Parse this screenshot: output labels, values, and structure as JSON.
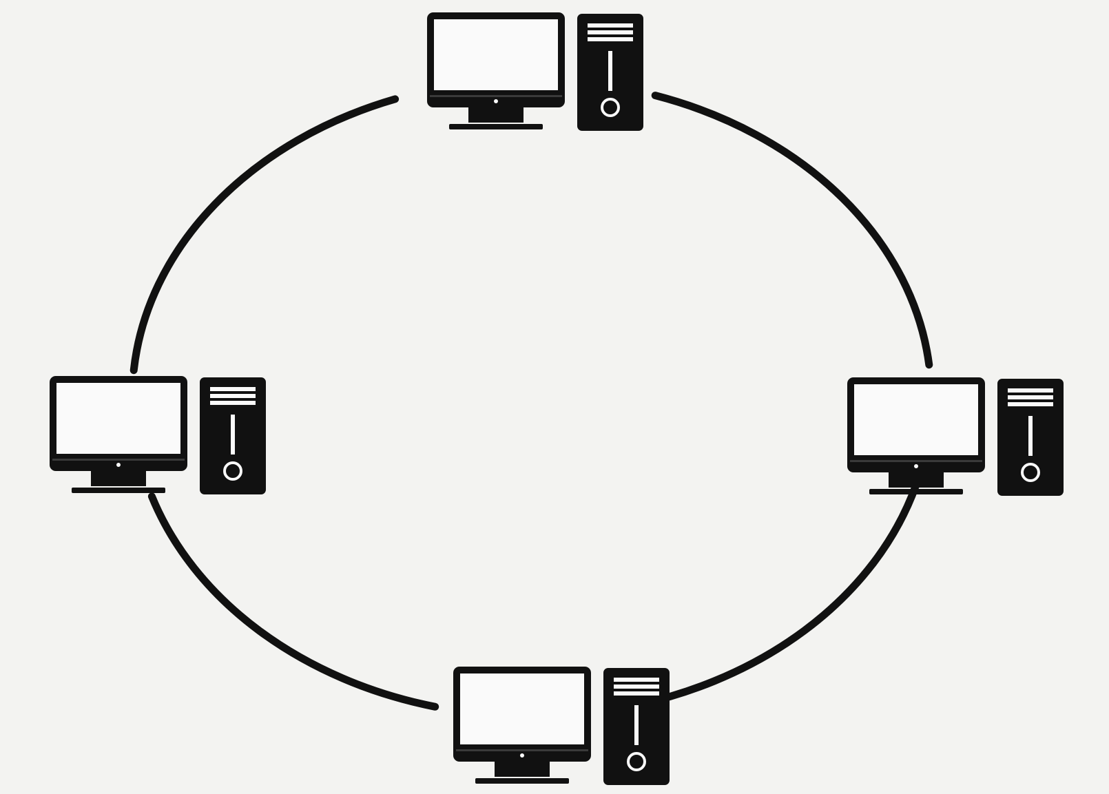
{
  "diagram": {
    "topology": "ring",
    "colors": {
      "background": "#f3f3f1",
      "ink": "#111111",
      "screen": "#fafafa"
    },
    "nodes": [
      {
        "id": "workstation-top",
        "icon": "desktop-computer-icon"
      },
      {
        "id": "workstation-right",
        "icon": "desktop-computer-icon"
      },
      {
        "id": "workstation-bottom",
        "icon": "desktop-computer-icon"
      },
      {
        "id": "workstation-left",
        "icon": "desktop-computer-icon"
      }
    ],
    "links": [
      {
        "from": "workstation-top",
        "to": "workstation-right"
      },
      {
        "from": "workstation-right",
        "to": "workstation-bottom"
      },
      {
        "from": "workstation-bottom",
        "to": "workstation-left"
      },
      {
        "from": "workstation-left",
        "to": "workstation-top"
      }
    ]
  }
}
